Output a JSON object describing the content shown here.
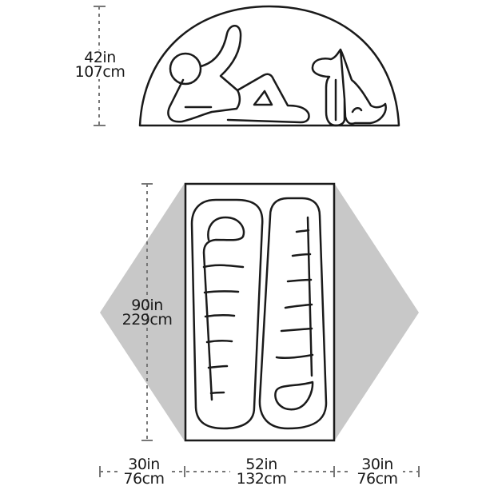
{
  "diagram": {
    "type": "tent floor plan and side profile",
    "colors": {
      "outline": "#1a1a1a",
      "vestibule_fill": "#c8c8c8",
      "dimension_line": "#777777",
      "background": "#ffffff"
    },
    "side_view": {
      "figures": [
        "person-reclining",
        "dog-sitting"
      ],
      "height": {
        "in": "42in",
        "cm": "107cm"
      }
    },
    "floor_plan": {
      "sleeping_bags": 2,
      "length": {
        "in": "90in",
        "cm": "229cm"
      },
      "widths": [
        {
          "section": "left-vestibule",
          "in": "30in",
          "cm": "76cm"
        },
        {
          "section": "floor",
          "in": "52in",
          "cm": "132cm"
        },
        {
          "section": "right-vestibule",
          "in": "30in",
          "cm": "76cm"
        }
      ]
    }
  }
}
